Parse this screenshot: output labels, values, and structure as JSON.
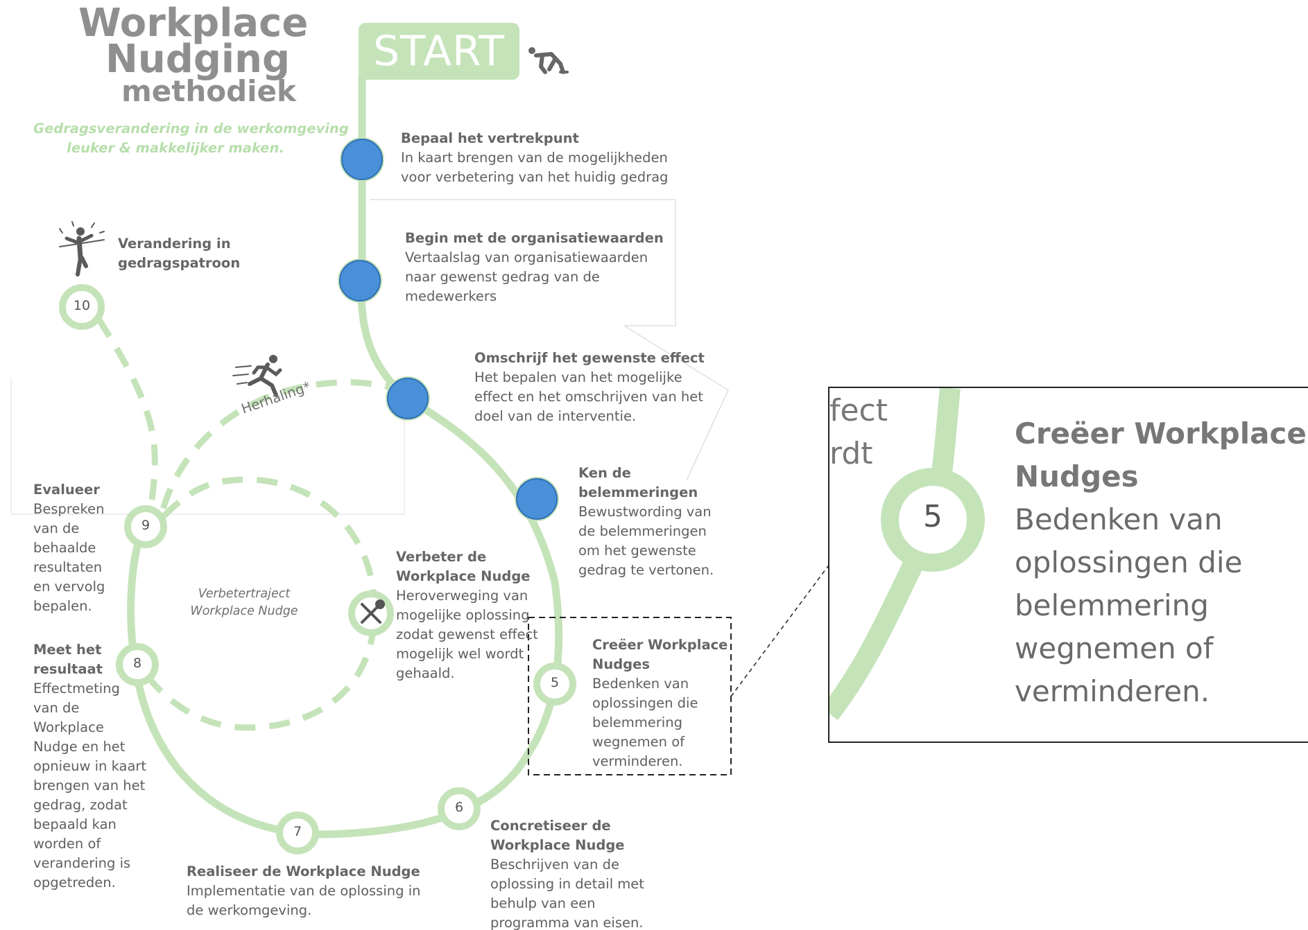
{
  "title": {
    "line1": "Workplace",
    "line2": "Nudging",
    "line3": "methodiek"
  },
  "tagline": {
    "line1": "Gedragsverandering in de werkomgeving",
    "line2": "leuker & makkelijker maken."
  },
  "start": {
    "label": "START",
    "icon": "runner-start-icon"
  },
  "steps": {
    "s1": {
      "heading": "Bepaal het vertrekpunt",
      "lines": [
        "In kaart brengen van de mogelijkheden",
        "voor verbetering van het huidig gedrag"
      ]
    },
    "s2": {
      "heading": "Begin met de organisatiewaarden",
      "lines": [
        "Vertaalslag van organisatiewaarden",
        "naar gewenst gedrag van de",
        "medewerkers"
      ]
    },
    "s3": {
      "heading": "Omschrijf het gewenste effect",
      "lines": [
        "Het bepalen van het mogelijke",
        "effect en het omschrijven van het",
        "doel van de interventie."
      ]
    },
    "s4": {
      "heading_lines": [
        "Ken de",
        "belemmeringen"
      ],
      "lines": [
        "Bewustwording van",
        "de belemmeringen",
        "om het gewenste",
        "gedrag te vertonen."
      ]
    },
    "s5": {
      "number": "5",
      "heading_lines": [
        "Creëer Workplace",
        "Nudges"
      ],
      "lines": [
        "Bedenken van",
        "oplossingen die",
        "belemmering",
        "wegnemen of",
        "verminderen."
      ]
    },
    "s6": {
      "number": "6",
      "heading_lines": [
        "Concretiseer de",
        "Workplace Nudge"
      ],
      "lines": [
        "Beschrijven van de",
        "oplossing in detail met",
        "behulp van een",
        "programma van eisen."
      ]
    },
    "s7": {
      "number": "7",
      "heading": "Realiseer de Workplace Nudge",
      "lines": [
        "Implementatie van de oplossing in",
        "de werkomgeving."
      ]
    },
    "s8": {
      "number": "8",
      "heading_lines": [
        "Meet het",
        "resultaat"
      ],
      "lines": [
        "Effectmeting",
        "van de",
        "Workplace",
        "Nudge en het",
        "opnieuw in kaart",
        "brengen van het",
        "gedrag, zodat",
        "bepaald kan",
        "worden of",
        "verandering is",
        "opgetreden."
      ]
    },
    "s9": {
      "number": "9",
      "heading": "Evalueer",
      "lines": [
        "Bespreken",
        "van de",
        "behaalde",
        "resultaten",
        "en vervolg",
        "bepalen."
      ]
    },
    "s10": {
      "number": "10",
      "heading_lines": [
        "Verandering in",
        "gedragspatroon"
      ],
      "icon": "finish-line-icon"
    }
  },
  "improve": {
    "heading_lines": [
      "Verbeter de",
      "Workplace Nudge"
    ],
    "lines": [
      "Heroverweging van",
      "mogelijke oplossing",
      "zodat gewenst effect",
      "mogelijk wel wordt",
      "gehaald."
    ],
    "icon": "tools-icon"
  },
  "inner_loop": {
    "lines": [
      "Verbetertraject",
      "Workplace Nudge"
    ]
  },
  "repeat": {
    "label": "Herhaling*",
    "icon": "running-person-icon"
  },
  "zoom": {
    "cut1": "fect",
    "cut2": "rdt",
    "number": "5",
    "heading_lines": [
      "Creëer Workplace",
      "Nudges"
    ],
    "lines": [
      "Bedenken van",
      "oplossingen die",
      "belemmering",
      "wegnemen of",
      "verminderen."
    ]
  },
  "colors": {
    "path": "#c5e3b9",
    "node_blue": "#4a90d9",
    "node_ring": "#c5e3b9",
    "text": "#5f5f5f",
    "title": "#8f8f8f"
  }
}
